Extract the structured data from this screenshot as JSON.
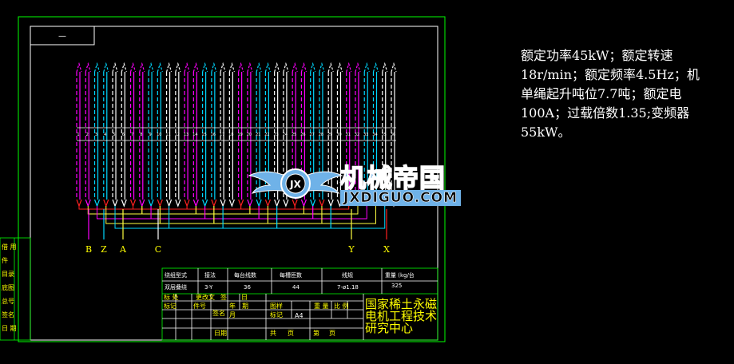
{
  "drawing": {
    "view_tab_label": "—",
    "slot_count": 36,
    "slot_numbers": [
      "1",
      "2",
      "3",
      "4",
      "5",
      "6",
      "7",
      "8",
      "9",
      "10",
      "11",
      "12",
      "13",
      "14",
      "15",
      "16",
      "17",
      "18",
      "19",
      "20",
      "21",
      "22",
      "23",
      "24",
      "25",
      "26",
      "27",
      "28",
      "29",
      "30",
      "31",
      "32",
      "33",
      "34",
      "35",
      "36"
    ],
    "phase_labels": [
      "B",
      "Z",
      "A",
      "C",
      "Y",
      "X"
    ],
    "colors": {
      "background": "#000000",
      "frame": "#00ff00",
      "inner_frame": "#ffffff",
      "phase_magenta": "#ff00ff",
      "phase_cyan": "#00d8ff",
      "phase_white": "#ffffff",
      "phase_red": "#ff2020",
      "connection_yellow": "#ffff40",
      "title_block_text": "#ffff00"
    }
  },
  "title_block": {
    "headers": [
      "绕组型式",
      "接法",
      "每台线数",
      "每槽匝数",
      "线规",
      "重量 (kg/台"
    ],
    "values": [
      "双层叠绕",
      "3-Y",
      "36",
      "44",
      "7-ø1.18",
      "325"
    ],
    "revision_labels": [
      "标 处",
      "更改文",
      "签",
      "日",
      "标记",
      "件号",
      "签名",
      "年",
      "月",
      "期",
      "日期"
    ],
    "scale_labels": [
      "图样",
      "标记",
      "A4",
      "重 量",
      "比 例",
      "共",
      "页",
      "第",
      "页"
    ],
    "org_name": "国家稀土永磁电机工程技术研究中心",
    "left_strip_labels": [
      "借 用",
      "件",
      "目录",
      "底图",
      "总号",
      "签名",
      "日 期"
    ]
  },
  "spec_text": {
    "lines": [
      "额定功率45kW；额定转速",
      "18r/min；额定频率4.5Hz；机",
      "单绳起升吨位7.7吨；额定电",
      "100A；过载倍数1.35;变频器",
      "55kW。"
    ]
  },
  "watermark": {
    "chinese": "机械帝国",
    "english": "JXDIGUO.COM",
    "emblem_letters": "JX"
  }
}
